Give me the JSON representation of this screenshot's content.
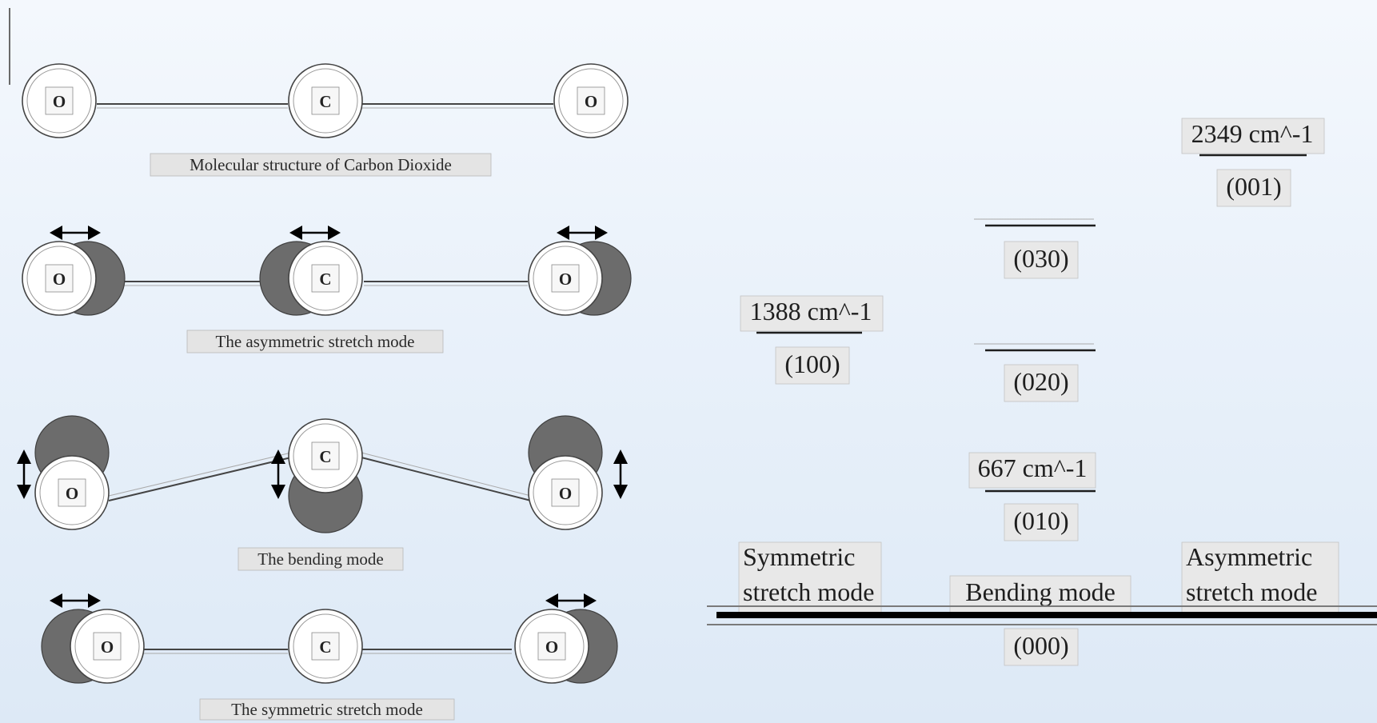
{
  "atoms": {
    "oxygen": "O",
    "carbon": "C"
  },
  "diagrams": {
    "structure": {
      "caption": "Molecular structure of Carbon Dioxide"
    },
    "asymmetric": {
      "caption": "The asymmetric stretch mode"
    },
    "bending": {
      "caption": "The bending mode"
    },
    "symmetric": {
      "caption": "The symmetric stretch mode"
    }
  },
  "energy_levels": {
    "asym_001": {
      "value": "2349 cm^-1",
      "state": "(001)"
    },
    "bend_030": {
      "state": "(030)"
    },
    "sym_100": {
      "value": "1388 cm^-1",
      "state": "(100)"
    },
    "bend_020": {
      "state": "(020)"
    },
    "bend_010": {
      "value": "667 cm^-1",
      "state": "(010)"
    },
    "ground": {
      "state": "(000)"
    }
  },
  "column_labels": {
    "symmetric": [
      "Symmetric",
      "stretch mode"
    ],
    "bending": "Bending mode",
    "asymmetric": [
      "Asymmetric",
      "stretch mode"
    ]
  }
}
